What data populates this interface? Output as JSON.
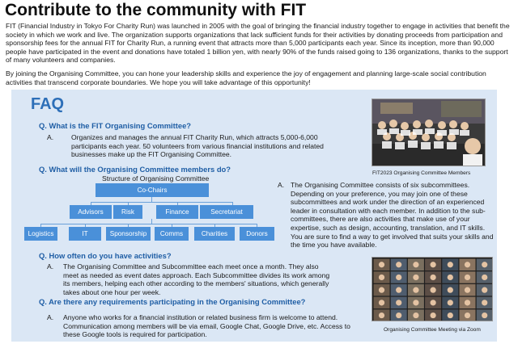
{
  "page": {
    "title": "Contribute to the community with FIT",
    "intro_p1": "FIT (Financial Industry in Tokyo For Charity Run) was launched in 2005 with the goal of bringing the financial industry together to engage in activities that benefit the society in which we work and live. The organization supports organizations that lack sufficient funds for their activities by donating proceeds from participation and sponsorship fees for the annual FIT for Charity Run, a running event that attracts more than 5,000 participants each year. Since its inception, more than 90,000 people have participated in the event and donations have totaled 1 billion yen, with nearly 90% of the funds raised going to 136 organizations, thanks to the support of many volunteers and companies.",
    "intro_p2": "By joining the Organising Committee, you can hone your leadership skills and experience the joy of engagement and planning large-scale social contribution activities that transcend corporate boundaries. We hope you will take advantage of this opportunity!"
  },
  "faq": {
    "title": "FAQ",
    "answer_marker": "A.",
    "q1": "Q. What is the FIT Organising Committee?",
    "a1": "Organizes and manages the annual FIT Charity Run, which attracts 5,000-6,000 participants each year. 50 volunteers from various financial institutions and related businesses make up the FIT Organising Committee.",
    "q2": "Q. What will the Organising Committee members do?",
    "a2": "The Organising Committee consists of six subcommittees. Depending on your preference, you may join one of these subcommittees and work under the direction of an experienced leader in consultation with each member. In addition to the sub-committees, there are also activities that make use of your expertise, such as design, accounting, translation, and IT skills. You are sure to find a way to get involved that suits your skills and the time you have available.",
    "q3": "Q. How often do you have activities?",
    "a3": "The Organising Committee and Subcommittee each meet once a month. They also meet as needed as event dates approach. Each Subcommittee divides its work among its members, helping each other according to the members' situations, which generally takes about one hour per week.",
    "q4": "Q. Are there any requirements participating in the Organising Committee?",
    "a4": "Anyone who works for a financial institution or related business firm is welcome to attend. Communication among members will be via email, Google Chat, Google Drive, etc. Access to these Google tools is required for participation."
  },
  "org_chart": {
    "caption": "Structure of Organising Committee",
    "top": "Co-Chairs",
    "level2": [
      "Advisors",
      "Risk",
      "Finance",
      "Secretariat"
    ],
    "subcommittees": [
      "Logistics",
      "IT",
      "Sponsorship",
      "Comms",
      "Charities",
      "Donors"
    ]
  },
  "photos": {
    "members_caption": "FIT2023 Organising Committee Members",
    "zoom_caption": "Organising Committee Meeting via Zoom"
  },
  "colors": {
    "title_blue": "#2d6fb8",
    "question_blue": "#1f5ea5",
    "panel_bg": "#dbe7f5",
    "box_blue": "#4a90d9"
  }
}
